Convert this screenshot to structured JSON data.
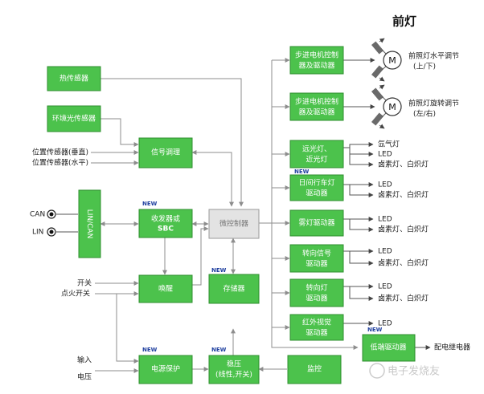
{
  "title": "前灯",
  "new_tag": "NEW",
  "blocks": {
    "heat_sensor": "热传感器",
    "ambient_light_sensor": "环境光传感器",
    "signal_conditioning": "信号调理",
    "lin_can": "LIN/CAN",
    "transceiver_sbc_line1": "收发器或",
    "transceiver_sbc_line2": "SBC",
    "microcontroller": "微控制器",
    "wakeup": "唤醒",
    "memory": "存储器",
    "power_protection": "电源保护",
    "regulator_line1": "稳压",
    "regulator_line2": "(线性,开关)",
    "monitor": "监控",
    "stepper1_line1": "步进电机控制",
    "stepper1_line2": "器及驱动器",
    "stepper2_line1": "步进电机控制",
    "stepper2_line2": "器及驱动器",
    "hl_line1": "远光灯、",
    "hl_line2": "近光灯",
    "drl_line1": "日间行车灯",
    "drl_line2": "驱动器",
    "fog": "雾灯驱动器",
    "turn_sig_line1": "转向信号",
    "turn_sig_line2": "驱动器",
    "turn_lamp_line1": "转向灯",
    "turn_lamp_line2": "驱动器",
    "ir_line1": "红外视觉",
    "ir_line2": "驱动器",
    "lowside": "低端驱动器"
  },
  "inputs": {
    "pos_vertical": "位置传感器(垂直)",
    "pos_horizontal": "位置传感器(水平)",
    "can": "CAN",
    "lin": "LIN",
    "switch": "开关",
    "ignition": "点火开关",
    "input_line1": "输入",
    "input_line2": "电压"
  },
  "outputs": {
    "motor": "M",
    "leveling_line1": "前照灯水平调节",
    "leveling_line2": "(上/下)",
    "swivel_line1": "前照灯旋转调节",
    "swivel_line2": "(左/右)",
    "xenon": "氙气灯",
    "led": "LED",
    "halogen_incandescent": "卤素灯、白炽灯",
    "relay": "配电继电器"
  },
  "watermark": "电子发烧友"
}
